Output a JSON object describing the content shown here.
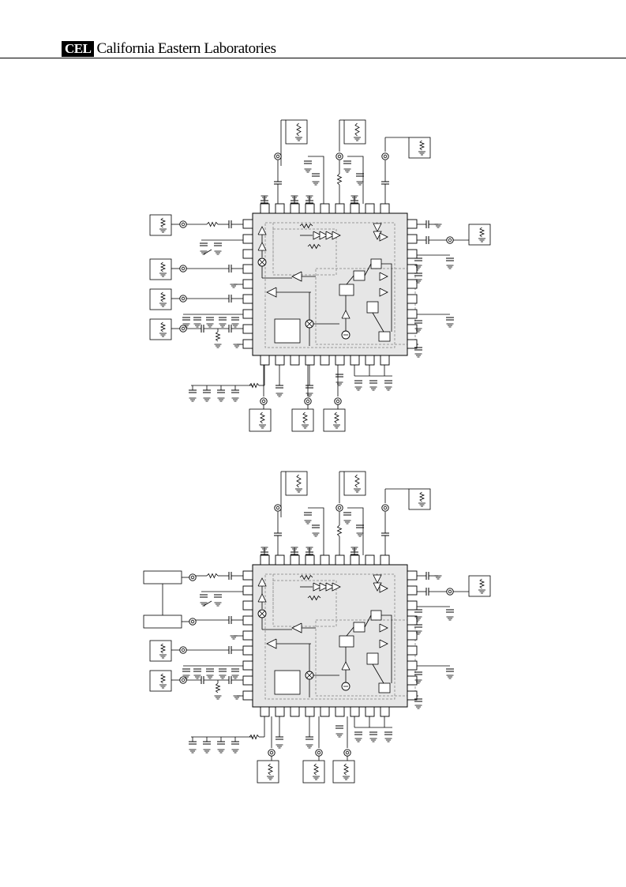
{
  "header": {
    "logo_text": "CEL",
    "company_name": "California Eastern Laboratories"
  },
  "icons": {
    "logo": "cel-logo-badge",
    "pin": "ic-pin-square",
    "probe": "probe-box-icon",
    "connector": "coax-connector-icon",
    "ground": "ground-symbol-icon",
    "capacitor": "capacitor-icon",
    "resistor": "resistor-icon",
    "amplifier": "amplifier-triangle-icon",
    "mixer": "mixer-cross-icon",
    "oscillator": "oscillator-icon"
  },
  "colors": {
    "ink": "#000000",
    "package_fill": "#e6e6e6",
    "dashed_boundary": "#9a9a9a",
    "paper": "#ffffff"
  },
  "diagrams": [
    {
      "id": "schematic-1",
      "variant": "single-ended"
    },
    {
      "id": "schematic-2",
      "variant": "balun"
    }
  ]
}
